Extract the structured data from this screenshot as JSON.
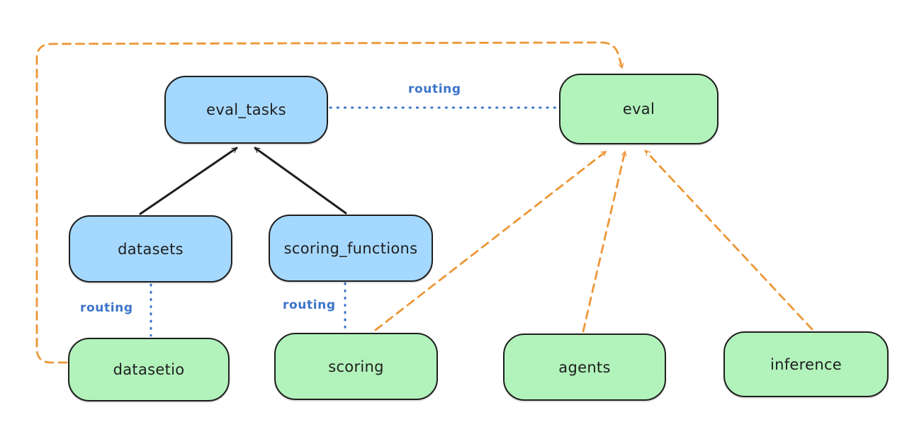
{
  "diagram": {
    "colors": {
      "canvas_background": "#ffffff",
      "blue_node_fill": "#a5d8ff",
      "green_node_fill": "#b2f2bb",
      "node_border": "#1e1e1e",
      "solid_arrow": "#1e1e1e",
      "dashed_arrow_orange": "#ec9737",
      "routing_blue": "#3b74c9"
    },
    "nodes": [
      {
        "id": "eval_tasks",
        "label": "eval_tasks",
        "fill": "#a5d8ff"
      },
      {
        "id": "eval",
        "label": "eval",
        "fill": "#b2f2bb"
      },
      {
        "id": "datasets",
        "label": "datasets",
        "fill": "#a5d8ff"
      },
      {
        "id": "scoring_functions",
        "label": "scoring_functions",
        "fill": "#a5d8ff"
      },
      {
        "id": "datasetio",
        "label": "datasetio",
        "fill": "#b2f2bb"
      },
      {
        "id": "scoring",
        "label": "scoring",
        "fill": "#b2f2bb"
      },
      {
        "id": "agents",
        "label": "agents",
        "fill": "#b2f2bb"
      },
      {
        "id": "inference",
        "label": "inference",
        "fill": "#b2f2bb"
      }
    ],
    "edges": [
      {
        "from": "datasets",
        "to": "eval_tasks",
        "style": "solid-arrow",
        "color": "#1e1e1e",
        "label": ""
      },
      {
        "from": "scoring_functions",
        "to": "eval_tasks",
        "style": "solid-arrow",
        "color": "#1e1e1e",
        "label": ""
      },
      {
        "from": "eval_tasks",
        "to": "eval",
        "style": "dotted",
        "color": "#3b74c9",
        "label": "routing"
      },
      {
        "from": "datasets",
        "to": "datasetio",
        "style": "dotted",
        "color": "#3b74c9",
        "label": "routing"
      },
      {
        "from": "scoring_functions",
        "to": "scoring",
        "style": "dotted",
        "color": "#3b74c9",
        "label": "routing"
      },
      {
        "from": "datasetio",
        "to": "eval",
        "style": "dashed-arrow",
        "color": "#ec9737",
        "label": ""
      },
      {
        "from": "scoring",
        "to": "eval",
        "style": "dashed-arrow",
        "color": "#ec9737",
        "label": ""
      },
      {
        "from": "agents",
        "to": "eval",
        "style": "dashed-arrow",
        "color": "#ec9737",
        "label": ""
      },
      {
        "from": "inference",
        "to": "eval",
        "style": "dashed-arrow",
        "color": "#ec9737",
        "label": ""
      }
    ]
  }
}
